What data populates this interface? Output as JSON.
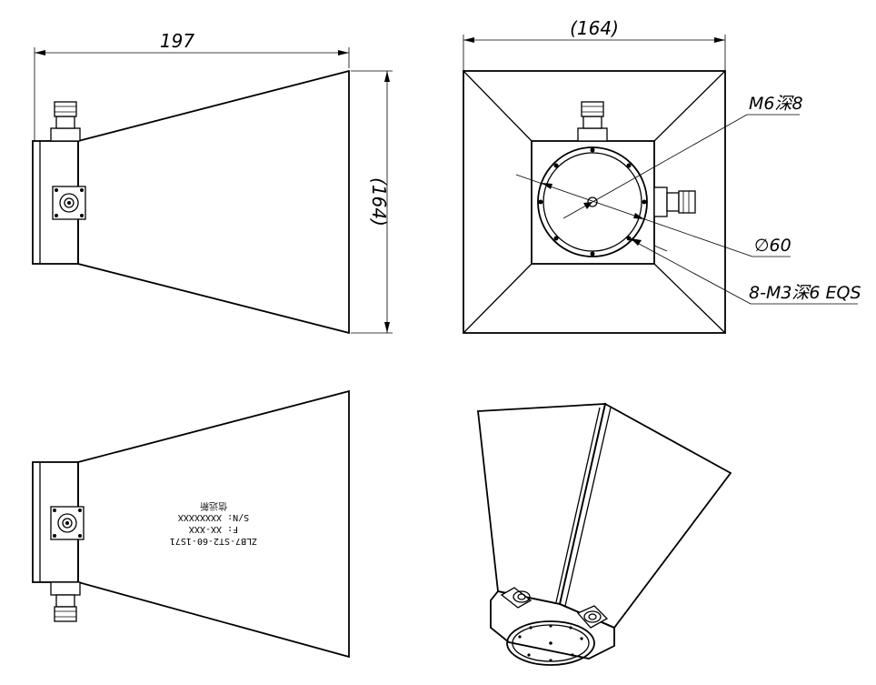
{
  "dimensions": {
    "length": "197",
    "height_side": "(164)",
    "width_top": "(164)"
  },
  "callouts": {
    "center_hole": "M6深8",
    "flange_diameter": "∅60",
    "bolt_holes": "8-M3深6 EQS"
  },
  "nameplate": {
    "model": "ZLB7-ST2-60-1S71",
    "freq": "F: XX-XXX",
    "serial": "S/N: XXXXXXXX",
    "maker": "信远新"
  },
  "icons": [
    "n-type-connector-icon",
    "sma-connector-icon",
    "flange-icon"
  ]
}
